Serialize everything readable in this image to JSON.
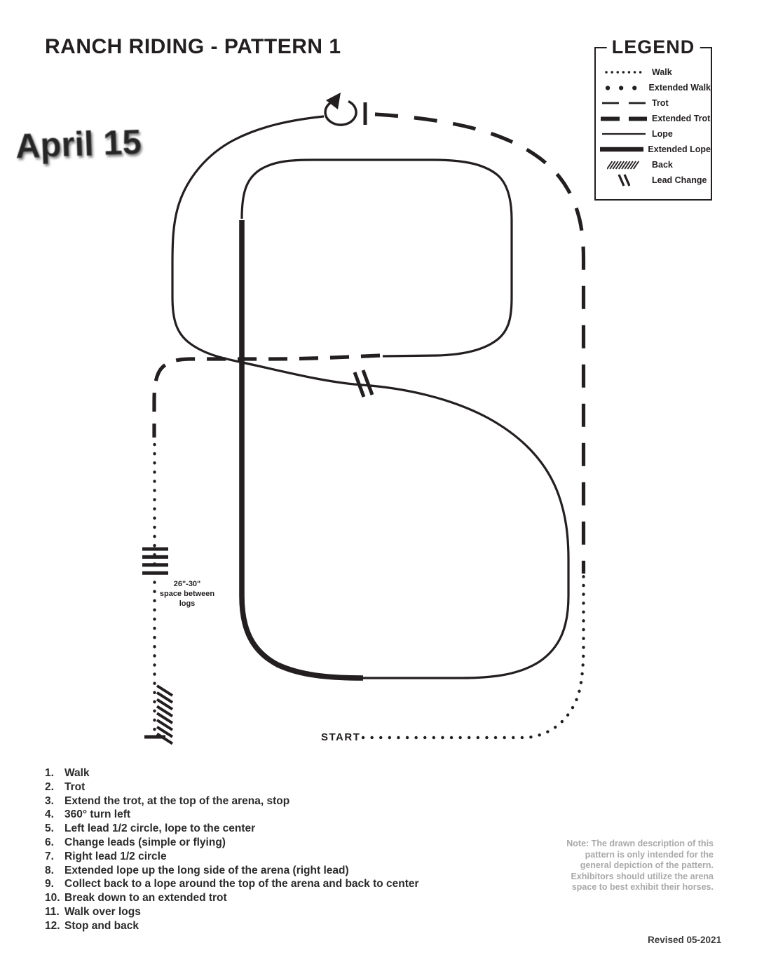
{
  "page": {
    "title": "RANCH RIDING - PATTERN 1",
    "stamp": "April 15",
    "revised": "Revised 05-2021"
  },
  "legend": {
    "title": "LEGEND",
    "items": [
      {
        "icon": "walk-dotted-line",
        "label": "Walk"
      },
      {
        "icon": "extended-walk-dots",
        "label": "Extended Walk"
      },
      {
        "icon": "trot-dashed-line",
        "label": "Trot"
      },
      {
        "icon": "extended-trot-dashed-line",
        "label": "Extended Trot"
      },
      {
        "icon": "lope-solid-line",
        "label": "Lope"
      },
      {
        "icon": "extended-lope-solid-line",
        "label": "Extended Lope"
      },
      {
        "icon": "back-hatch",
        "label": "Back"
      },
      {
        "icon": "lead-change-marks",
        "label": "Lead Change"
      }
    ]
  },
  "pattern": {
    "start_label": "START",
    "logs_note": {
      "line1": "26\"-30\"",
      "line2": "space between",
      "line3": "logs"
    }
  },
  "steps": [
    {
      "num": "1.",
      "text": "Walk"
    },
    {
      "num": "2.",
      "text": "Trot"
    },
    {
      "num": "3.",
      "text": "Extend the trot, at the top of the arena, stop"
    },
    {
      "num": "4.",
      "text": "360° turn left"
    },
    {
      "num": "5.",
      "text": "Left lead 1/2 circle, lope to the center"
    },
    {
      "num": "6.",
      "text": "Change leads (simple or flying)"
    },
    {
      "num": "7.",
      "text": "Right lead 1/2 circle"
    },
    {
      "num": "8.",
      "text": "Extended lope up the long side of the arena (right lead)"
    },
    {
      "num": "9.",
      "text": "Collect back to a lope around the top of the arena and back to center"
    },
    {
      "num": "10.",
      "text": "Break down to an extended trot"
    },
    {
      "num": "11.",
      "text": "Walk over logs"
    },
    {
      "num": "12.",
      "text": "Stop and back"
    }
  ],
  "note": {
    "line1": "Note: The drawn description of this",
    "line2": "pattern is only intended for the",
    "line3": "general depiction of the pattern.",
    "line4": "Exhibitors should utilize the arena",
    "line5": "space to best exhibit their horses."
  },
  "colors": {
    "ink": "#231f20",
    "note_gray": "#a9a9a9"
  }
}
